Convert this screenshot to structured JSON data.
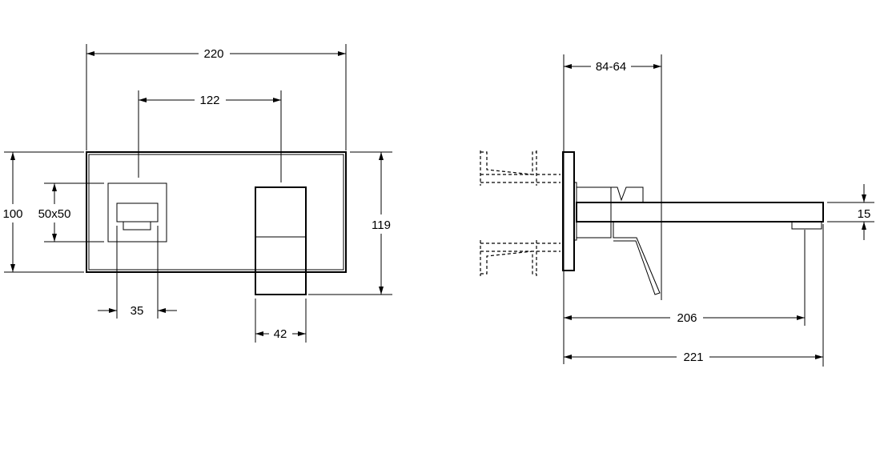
{
  "front_view": {
    "width_overall": "220",
    "centers": "122",
    "plate_height": "100",
    "handle_plate": "50x50",
    "handle_width": "35",
    "spout_width": "42",
    "overall_height": "119"
  },
  "side_view": {
    "wall_depth": "84-64",
    "spout_height": "15",
    "outlet_reach": "206",
    "total_reach": "221"
  }
}
